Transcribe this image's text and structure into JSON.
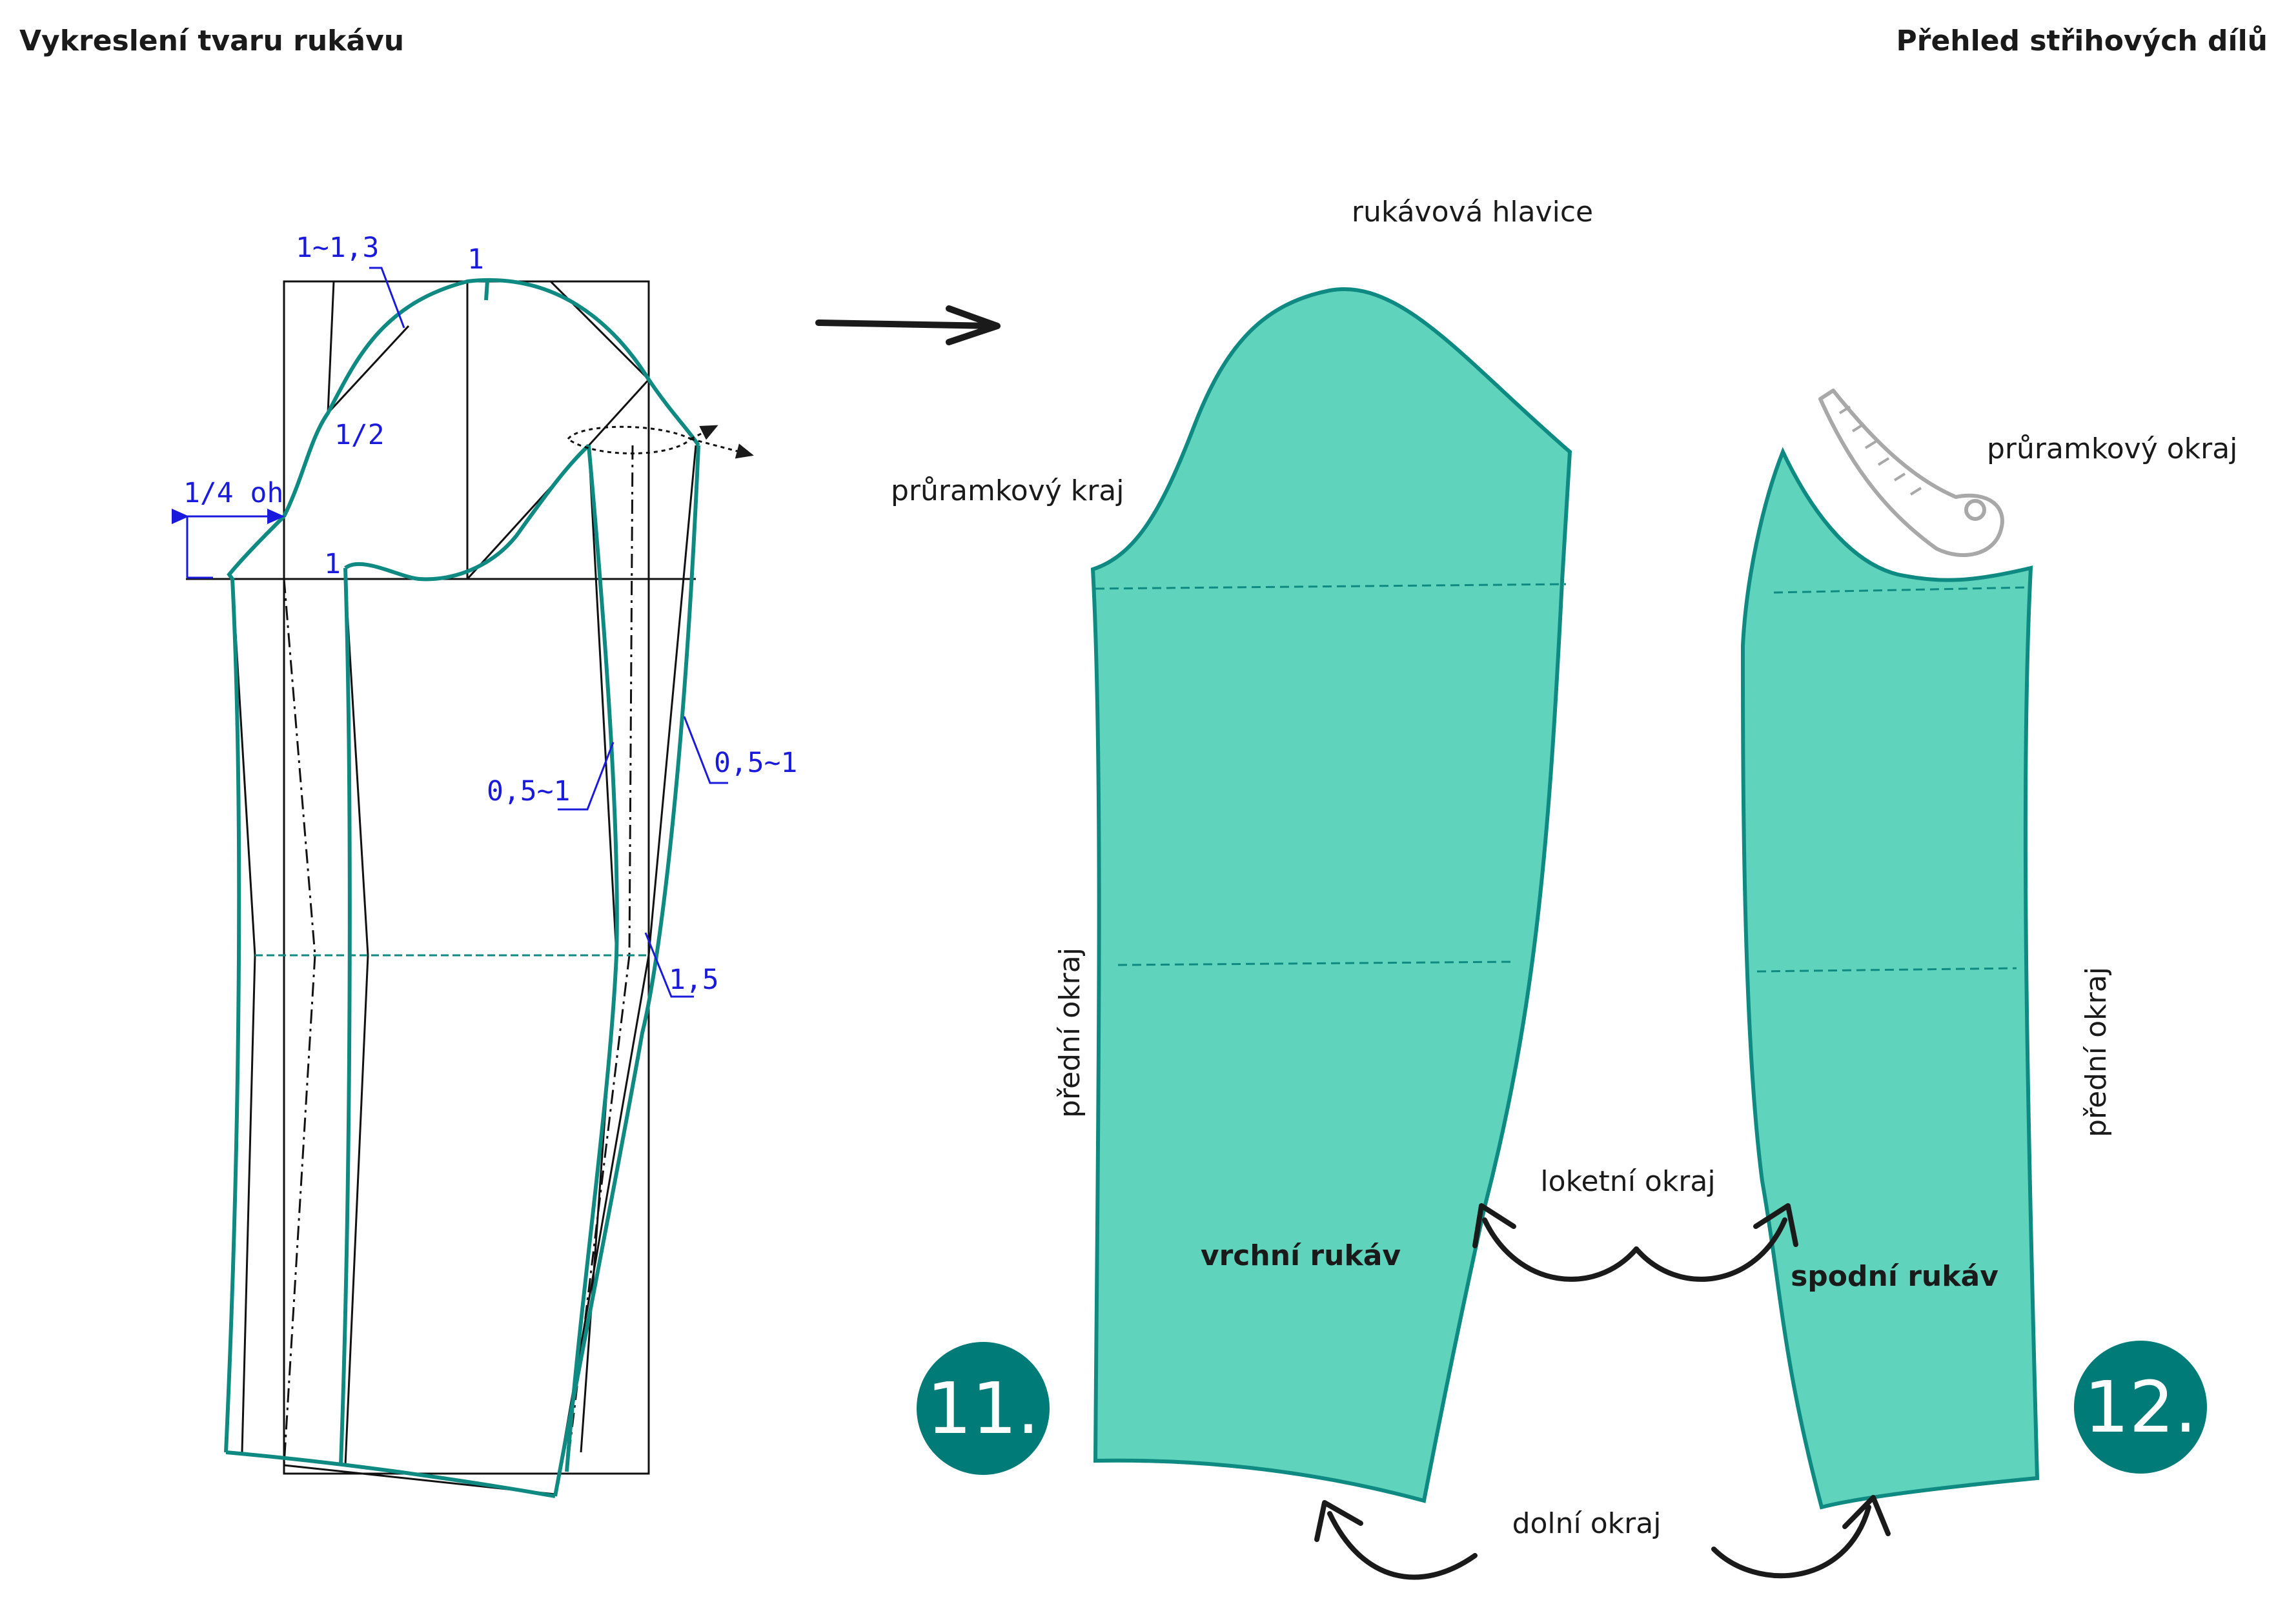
{
  "header": {
    "left_title": "Vykreslení tvaru rukávu",
    "right_title": "Přehled střihových dílů"
  },
  "draft": {
    "measure_1_13": "1~1,3",
    "measure_1_top": "1",
    "measure_half": "1/2",
    "measure_quarter": "1/4 oh",
    "measure_1_left": "1",
    "measure_05_1_a": "0,5~1",
    "measure_05_1_b": "0,5~1",
    "measure_15": "1,5"
  },
  "pieces": {
    "label_cap": "rukávová hlavice",
    "label_armhole_front": "průramkový kraj",
    "label_armhole_under": "průramkový okraj",
    "label_front_left": "přední okraj",
    "label_front_right": "přední okraj",
    "label_elbow": "loketní okraj",
    "label_bottom": "dolní okraj",
    "upper_sleeve": "vrchní rukáv",
    "under_sleeve": "spodní rukáv",
    "step_11": "11.",
    "step_12": "12."
  },
  "colors": {
    "teal_line": "#0e8a82",
    "piece_fill": "#5fd3bc",
    "badge": "#007b78",
    "measure_text": "#1a1adc"
  }
}
